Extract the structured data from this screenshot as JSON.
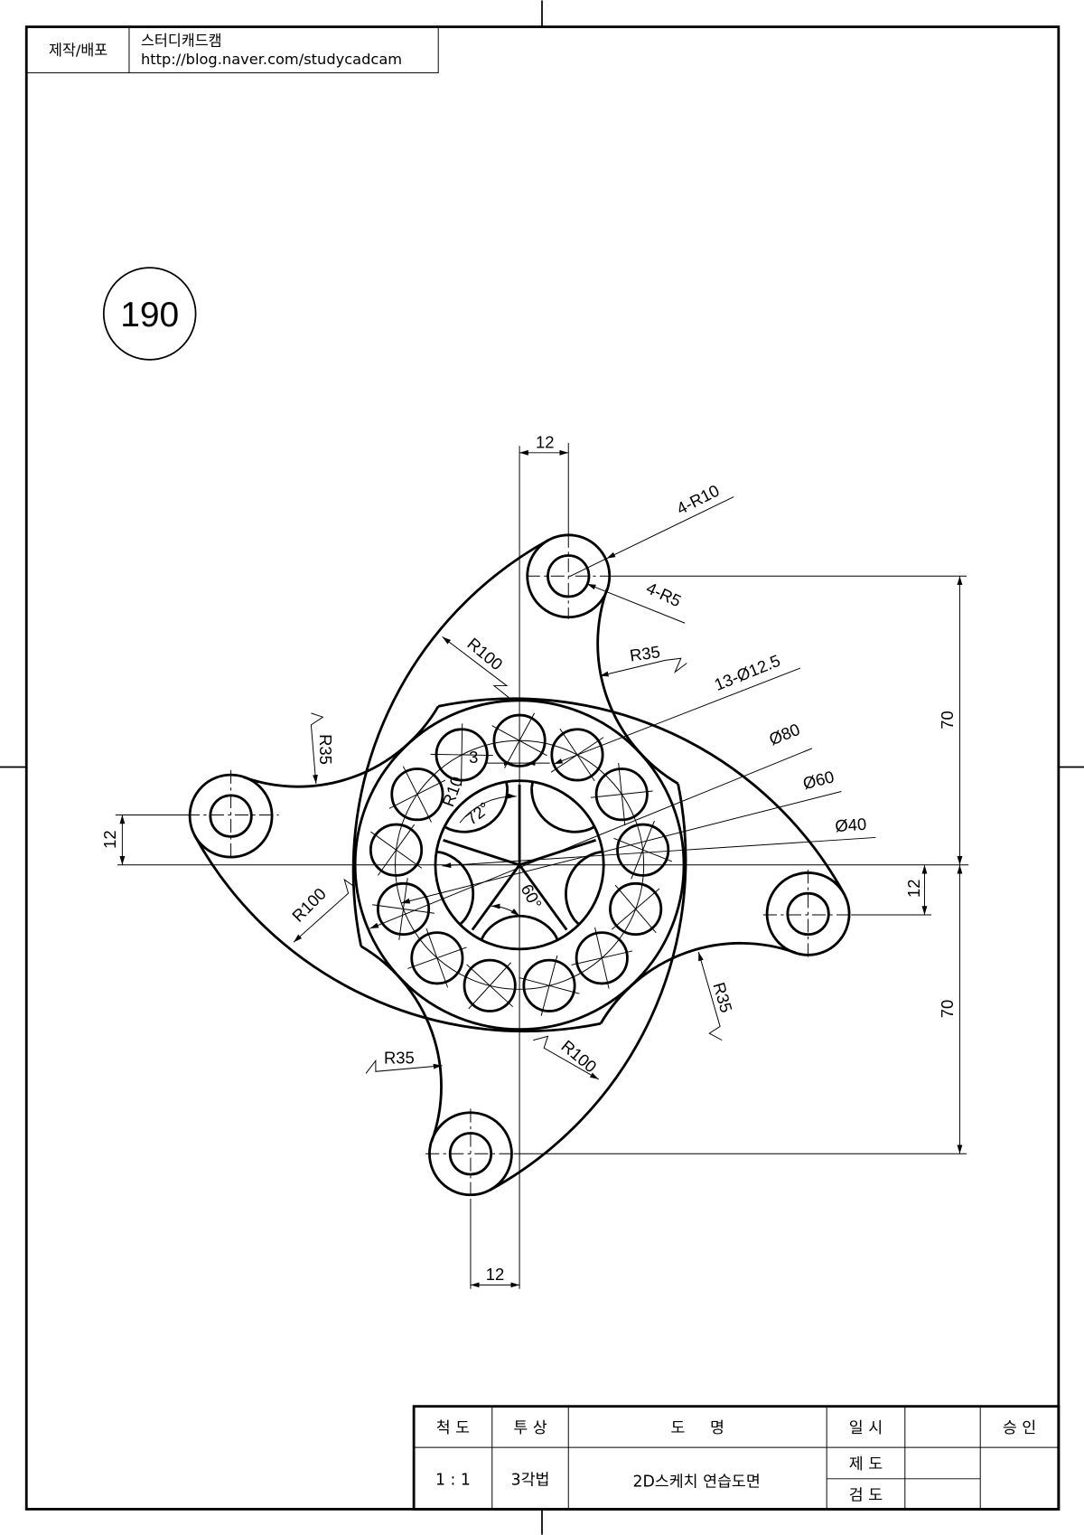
{
  "header": {
    "label": "제작/배포",
    "author": "스터디캐드캠",
    "url": "http://blog.naver.com/studycadcam"
  },
  "drawing_number": "190",
  "dimensions": {
    "top_12": "12",
    "lug_r10": "4-R10",
    "lug_r5": "4-R5",
    "r35_top": "R35",
    "holes": "13-Ø12.5",
    "d80": "Ø80",
    "d60": "Ø60",
    "d40": "Ø40",
    "v70_top": "70",
    "v70_bottom": "70",
    "right_12": "12",
    "left_12": "12",
    "bottom_12": "12",
    "r100_top": "R100",
    "r100_left": "R100",
    "r100_bottom": "R100",
    "r35_left": "R35",
    "r35_bottom": "R35",
    "r35_right": "R35",
    "slot_3": "3",
    "r10_inner": "R10",
    "angle_72": "72°",
    "angle_60": "60°"
  },
  "title_block": {
    "scale_label": "척 도",
    "projection_label": "투 상",
    "name_label": "도     명",
    "date_label": "일 시",
    "approval_label": "승 인",
    "scale_value": "1 : 1",
    "projection_value": "3각법",
    "drawing_name": "2D스케치 연습도면",
    "drafted_label": "제 도",
    "checked_label": "검 도"
  }
}
